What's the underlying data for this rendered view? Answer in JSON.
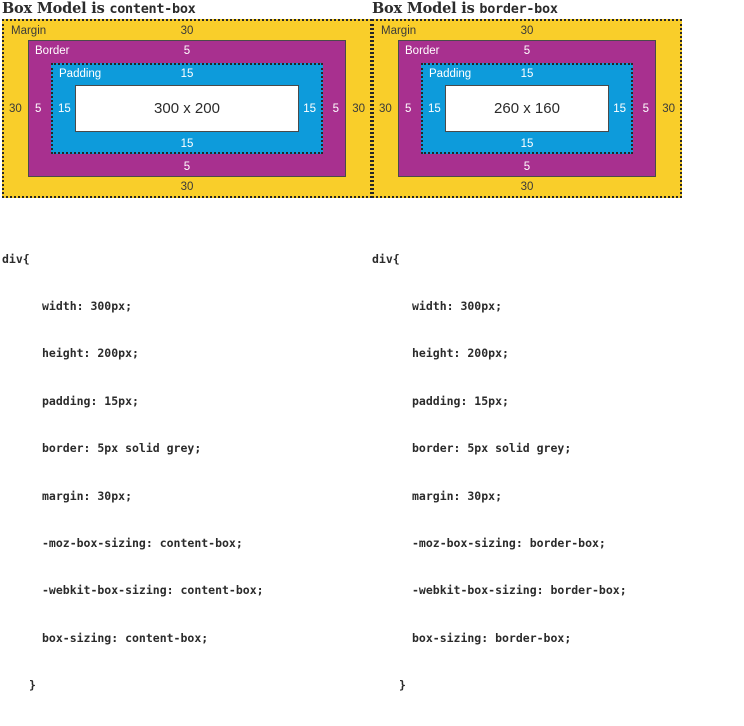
{
  "panels": [
    {
      "title_prefix": "Box Model is ",
      "title_mono": "content-box",
      "diagram": {
        "margin_label": "Margin",
        "border_label": "Border",
        "padding_label": "Padding",
        "content_label": "300 x 200",
        "margin_values": {
          "top": "30",
          "right": "30",
          "bottom": "30",
          "left": "30"
        },
        "border_values": {
          "top": "5",
          "right": "5",
          "bottom": "5",
          "left": "5"
        },
        "padding_values": {
          "top": "15",
          "right": "15",
          "bottom": "15",
          "left": "15"
        }
      },
      "code": {
        "selector_open": "div{",
        "lines": [
          "width: 300px;",
          "height: 200px;",
          "padding: 15px;",
          "border: 5px solid grey;",
          "margin: 30px;",
          "-moz-box-sizing: content-box;",
          "-webkit-box-sizing: content-box;",
          "box-sizing: content-box;"
        ],
        "selector_close": "}"
      }
    },
    {
      "title_prefix": "Box Model is ",
      "title_mono": "border-box",
      "diagram": {
        "margin_label": "Margin",
        "border_label": "Border",
        "padding_label": "Padding",
        "content_label": "260 x 160",
        "margin_values": {
          "top": "30",
          "right": "30",
          "bottom": "30",
          "left": "30"
        },
        "border_values": {
          "top": "5",
          "right": "5",
          "bottom": "5",
          "left": "5"
        },
        "padding_values": {
          "top": "15",
          "right": "15",
          "bottom": "15",
          "left": "15"
        }
      },
      "code": {
        "selector_open": "div{",
        "lines": [
          "width: 300px;",
          "height: 200px;",
          "padding: 15px;",
          "border: 5px solid grey;",
          "margin: 30px;",
          "-moz-box-sizing: border-box;",
          "-webkit-box-sizing: border-box;",
          "box-sizing: border-box;"
        ],
        "selector_close": "}"
      }
    }
  ],
  "colors": {
    "margin_fill": "#f9ce2a",
    "border_fill": "#a8308f",
    "padding_fill": "#0d9bdb",
    "content_fill": "#ffffff",
    "outline": "#262626",
    "text_dark": "#2b2b2b",
    "text_light": "#ffffff"
  }
}
